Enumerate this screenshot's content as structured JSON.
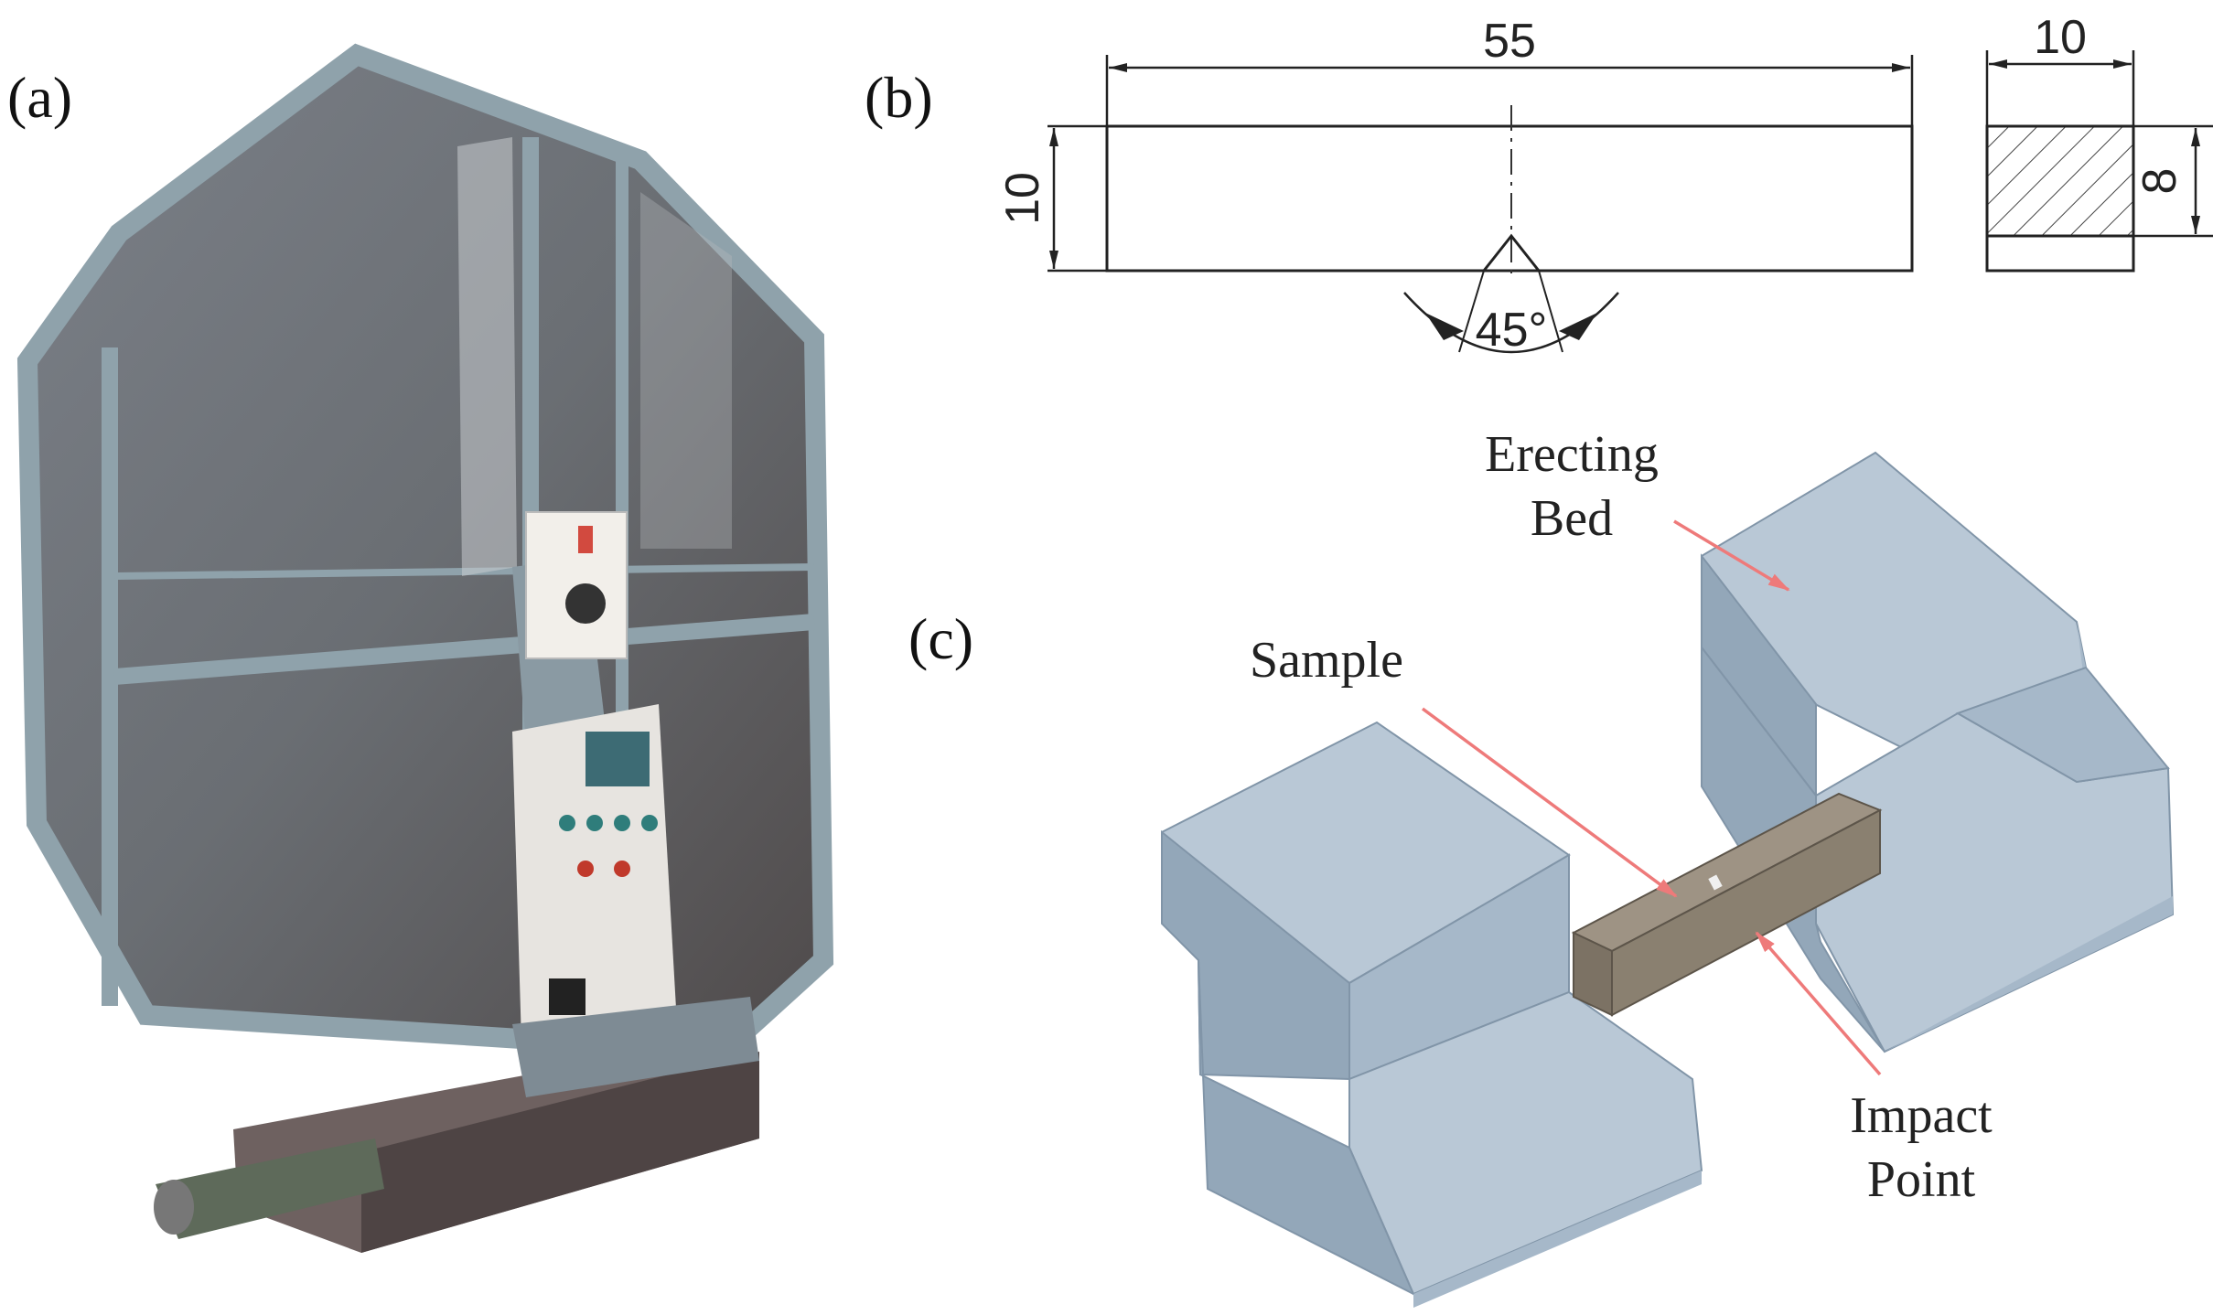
{
  "panels": {
    "a": {
      "label": "(a)"
    },
    "b": {
      "label": "(b)"
    },
    "c": {
      "label": "(c)"
    }
  },
  "drawing": {
    "length": "55",
    "height": "10",
    "width": "10",
    "section_height": "8",
    "notch_angle": "45°"
  },
  "callouts": {
    "erecting_bed": [
      "Erecting",
      "Bed"
    ],
    "sample": "Sample",
    "impact_point": [
      "Impact",
      "Point"
    ]
  },
  "colors": {
    "block_top": "#b9c8d6",
    "block_front": "#a6b8c9",
    "block_side": "#93a7b9",
    "sample_top": "#9e9384",
    "sample_front": "#7c7264",
    "callout_arrow": "#ee7a7a"
  }
}
